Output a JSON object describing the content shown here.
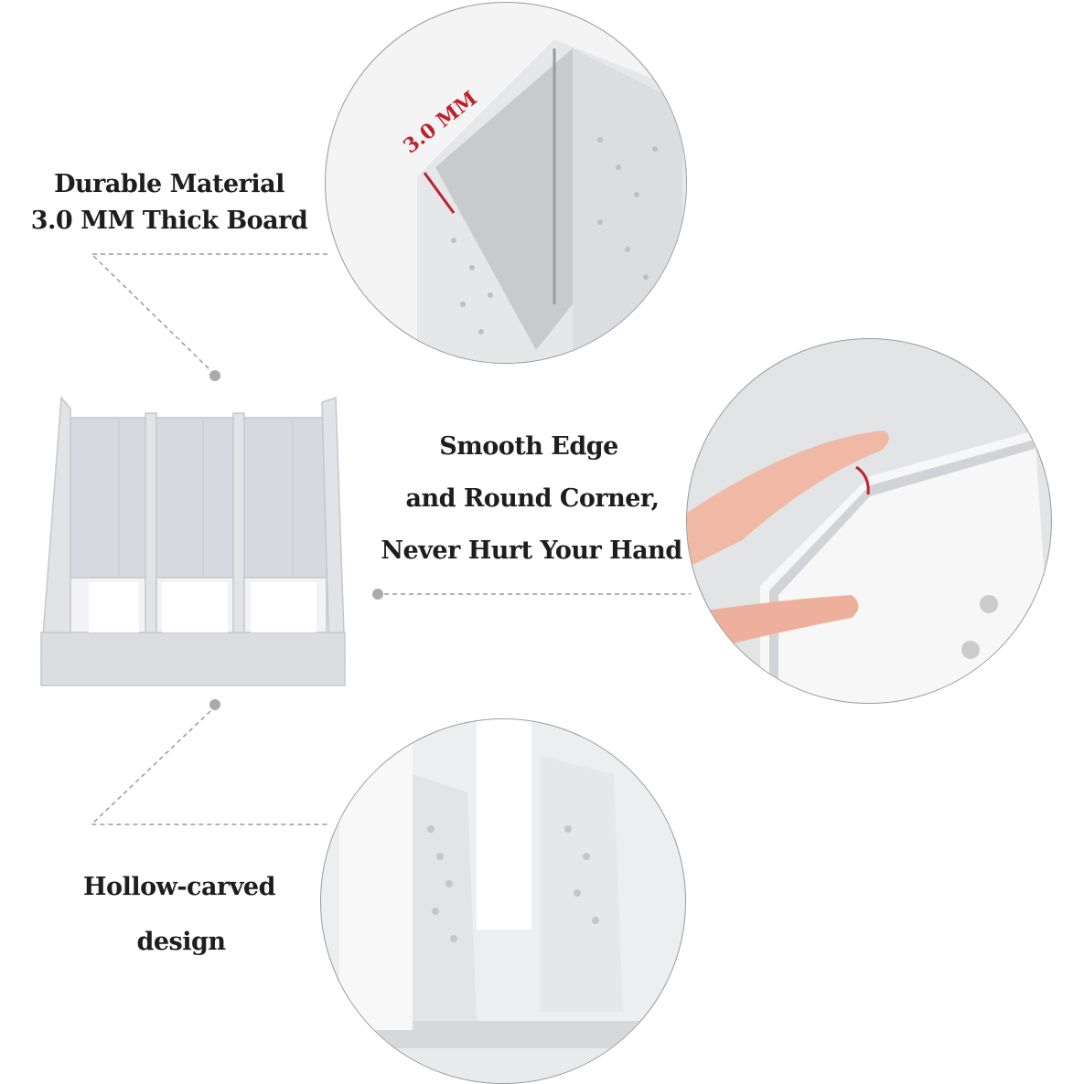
{
  "features": [
    {
      "lines": [
        "Durable Material",
        "3.0 MM Thick Board"
      ],
      "photo_label": "3.0 MM"
    },
    {
      "lines": [
        "Smooth Edge",
        "and Round Corner,",
        "Never Hurt Your Hand"
      ]
    },
    {
      "lines": [
        "Hollow-carved",
        "design"
      ]
    }
  ],
  "colors": {
    "text": "#1e1e1e",
    "accent_red": "#c0202a",
    "plastic_gray": "#d9dadd",
    "line_gray": "#9a9a9a"
  }
}
